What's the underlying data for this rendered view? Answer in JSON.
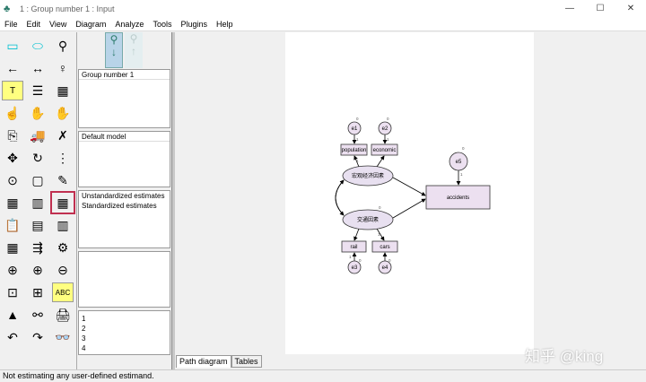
{
  "window": {
    "title": "1 : Group number 1 : Input",
    "controls": [
      "—",
      "☐",
      "✕"
    ]
  },
  "menu": [
    "File",
    "Edit",
    "View",
    "Diagram",
    "Analyze",
    "Tools",
    "Plugins",
    "Help"
  ],
  "toolbar_icons": [
    "rectangle-icon",
    "ellipse-icon",
    "indicator-icon",
    "single-arrow-icon",
    "double-arrow-icon",
    "unique-variable-icon",
    "title-icon",
    "list-variables-icon",
    "list-data-icon",
    "select-one-icon",
    "select-all-icon",
    "deselect-icon",
    "copy-icon",
    "move-icon",
    "erase-icon",
    "shape-icon",
    "rotate-icon",
    "reflect-icon",
    "move-parameters-icon",
    "scroll-icon",
    "touch-up-icon",
    "data-file-icon",
    "analysis-properties-icon",
    "calculate-estimates-icon",
    "clipboard-icon",
    "text-output-icon",
    "save-icon",
    "object-properties-icon",
    "drag-properties-icon",
    "preserve-symmetry-icon",
    "zoom-area-icon",
    "zoom-in-icon",
    "zoom-out-icon",
    "zoom-page-icon",
    "fit-page-icon",
    "loupe-icon",
    "bayesian-icon",
    "multiple-group-icon",
    "print-icon",
    "undo-icon",
    "redo-icon",
    "search-icon"
  ],
  "toolbar_glyphs": [
    "▭",
    "⬭",
    "⚲",
    "←",
    "↔",
    "♀",
    "T",
    "☰",
    "▦",
    "☝",
    "✋",
    "✋",
    "⎘",
    "🚚",
    "✗",
    "✥",
    "↻",
    "⋮",
    "⊙",
    "▢",
    "✎",
    "▦",
    "▥",
    "▦",
    "📋",
    "▤",
    "▥",
    "▦",
    "⇶",
    "⚙",
    "⊕",
    "⊕",
    "⊖",
    "⊡",
    "⊞",
    "ABC",
    "▲",
    "⚯",
    "🖨",
    "↶",
    "↷",
    "👓"
  ],
  "panels": {
    "groups": [
      "Group number 1"
    ],
    "models": [
      "Default model"
    ],
    "estimates": [
      "Unstandardized estimates",
      "Standardized estimates"
    ],
    "files": [
      "1",
      "2",
      "3",
      "4"
    ]
  },
  "diagram": {
    "latent1": "宏观经济因素",
    "latent2": "交通因素",
    "observed": [
      "population",
      "economic",
      "rail",
      "cars"
    ],
    "outcome": "accidents",
    "errors": [
      "e1",
      "e2",
      "e3",
      "e4",
      "e5"
    ],
    "zero": "0",
    "one": "1"
  },
  "tabs": [
    "Path diagram",
    "Tables"
  ],
  "status": "Not estimating any user-defined estimand.",
  "watermark": "知乎 @king",
  "colors": {
    "box_fill": "#ece0f0",
    "latent_fill": "#e8e0f0",
    "stroke": "#333333"
  }
}
